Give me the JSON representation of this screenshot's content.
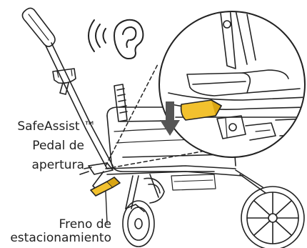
{
  "labels": {
    "safeassist": "SafeAssist ™",
    "pedal_line1": "Pedal de",
    "pedal_line2": "apertura",
    "freno_line1": "Freno de",
    "freno_line2": "estacionamiento"
  },
  "icons": {
    "hearing": "ear-sound-icon",
    "direction": "down-arrow-icon"
  },
  "colors": {
    "line": "#222222",
    "highlight": "#f2c12e",
    "highlight_dark": "#d9a514",
    "arrow": "#555555",
    "background": "#ffffff"
  }
}
